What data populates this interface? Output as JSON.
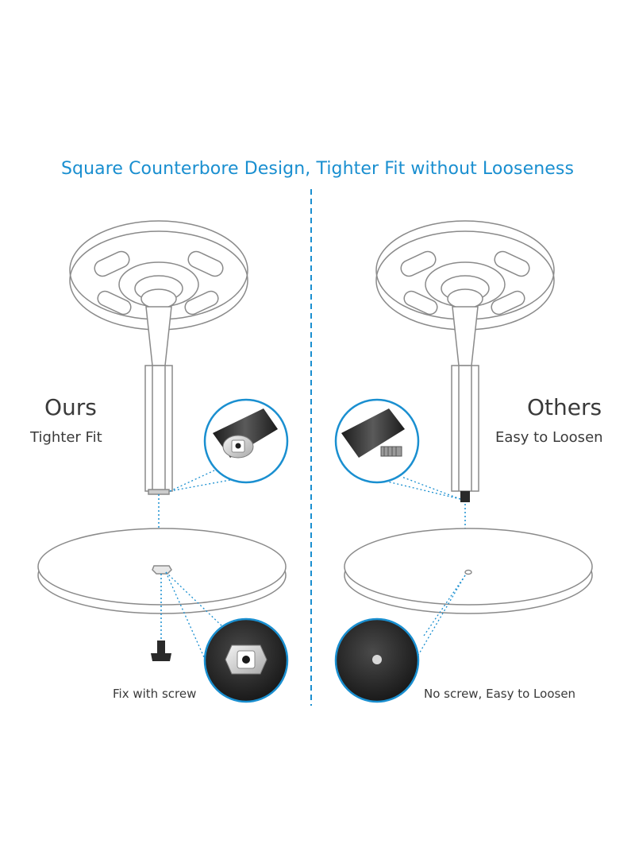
{
  "headline": "Square Counterbore Design, Tighter Fit without Looseness",
  "left": {
    "title": "Ours",
    "subtitle": "Tighter Fit",
    "caption": "Fix with screw"
  },
  "right": {
    "title": "Others",
    "subtitle": "Easy to Loosen",
    "caption": "No screw, Easy to Loosen"
  },
  "colors": {
    "accent": "#1a8fd0",
    "outline": "#8a8a8a",
    "dark": "#2a2a2a",
    "text": "#3a3a3a"
  }
}
